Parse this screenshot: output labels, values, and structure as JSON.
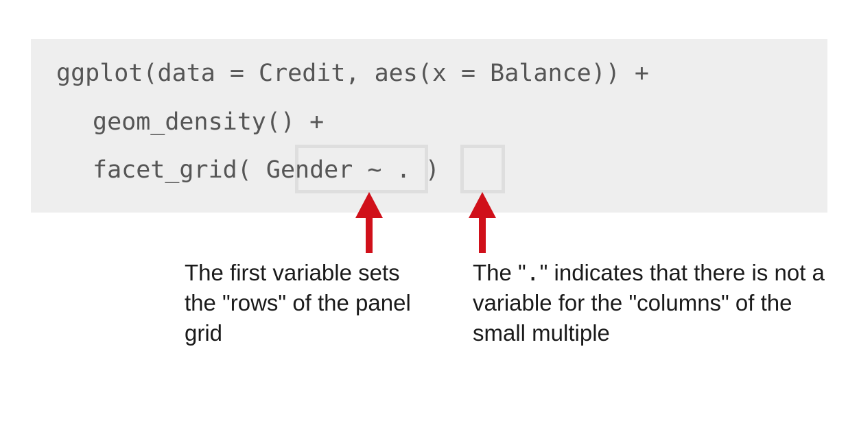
{
  "code": {
    "line1": "ggplot(data = Credit, aes(x = Balance)) +",
    "line2": "geom_density() +",
    "line3_pre": "facet_grid(",
    "line3_rows": "Gender",
    "line3_tilde": "~",
    "line3_cols": ".",
    "line3_post": ")"
  },
  "annotations": {
    "left_text": "The first variable sets the \"rows\" of the panel grid",
    "right_pre": "The \"",
    "right_code": ".",
    "right_post": "\" indicates that there is not a variable for the \"columns\" of the small multiple"
  },
  "colors": {
    "code_background": "#eeeeee",
    "highlight_border": "#dedede",
    "arrow": "#d0101a",
    "code_text": "#555555"
  }
}
